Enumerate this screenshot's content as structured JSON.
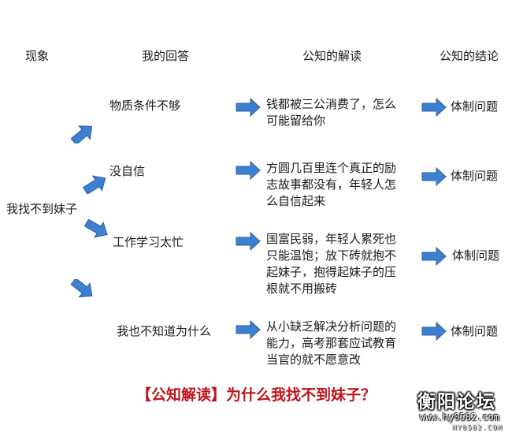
{
  "headers": {
    "phenomenon": "现象",
    "my_answer": "我的回答",
    "public_interpretation": "公知的解读",
    "public_conclusion": "公知的结论"
  },
  "root": "我找不到妹子",
  "rows": [
    {
      "answer": "物质条件不够",
      "interpretation": [
        "钱都被三公消费了，怎么",
        "可能留给你"
      ],
      "conclusion": "体制问题"
    },
    {
      "answer": "没自信",
      "interpretation": [
        "方圆几百里连个真正的励",
        "志故事都没有，年轻人怎",
        "么自信起来"
      ],
      "conclusion": "体制问题"
    },
    {
      "answer": "工作学习太忙",
      "interpretation": [
        "国富民弱，年轻人累死也",
        "只能温饱；放下砖就抱不",
        "起妹子，抱得起妹子的压",
        "根就不用搬砖"
      ],
      "conclusion": "体制问题"
    },
    {
      "answer": "我也不知道为什么",
      "interpretation": [
        "从小缺乏解决分析问题的",
        "能力，高考那套应试教育",
        "当官的就不愿意改"
      ],
      "conclusion": "体制问题"
    }
  ],
  "footer_title": "【公知解读】为什么我找不到妹子？",
  "watermark": {
    "name": "衡阳论坛",
    "url": "www.hy0582.com",
    "sub": "HY0582.COM"
  },
  "colors": {
    "arrow_fill": "#3d7fd0",
    "arrow_stroke": "#2b5f9e",
    "title_red": "#c0141a"
  }
}
